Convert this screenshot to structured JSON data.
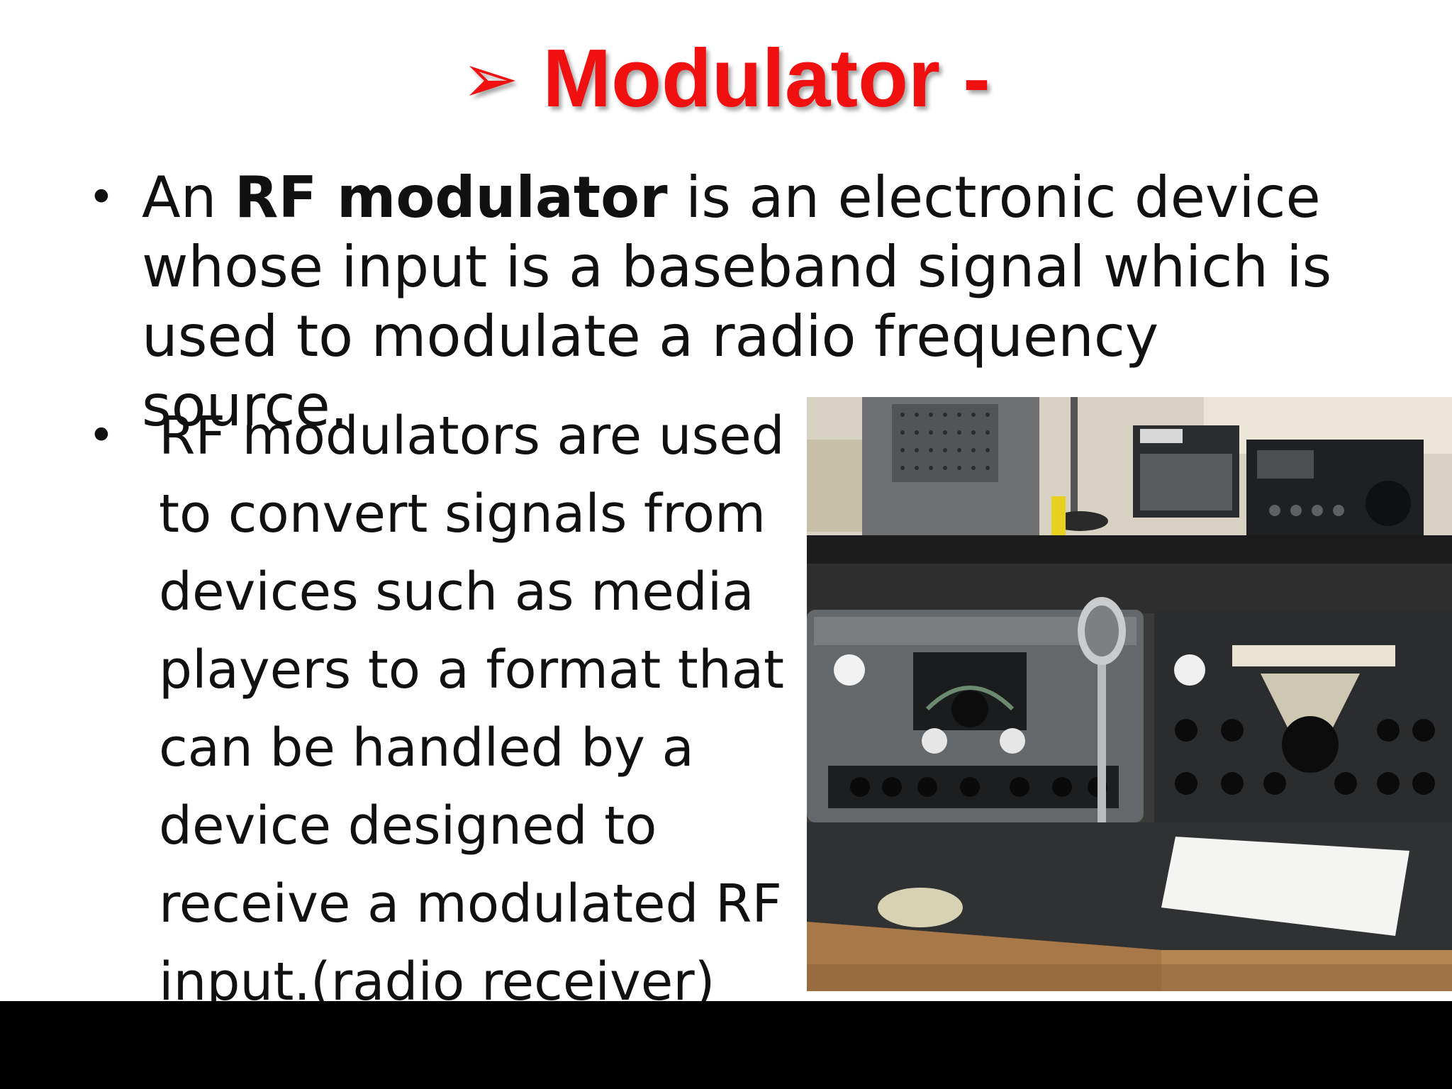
{
  "slide": {
    "title_arrow": "➢",
    "title": "Modulator -",
    "bullets": [
      {
        "marker": "•",
        "lead": "An ",
        "bold": "RF modulator",
        "rest": " is an electronic device whose input is a baseband signal which is used to modulate a radio frequency source."
      },
      {
        "marker": "•",
        "text": "RF modulators are used to convert signals from devices such as media players to a format that can be handled by a device designed to receive a modulated RF input.(radio receiver)"
      }
    ]
  },
  "colors": {
    "title": "#f01010",
    "text": "#111111",
    "footer_bar": "#000000"
  }
}
